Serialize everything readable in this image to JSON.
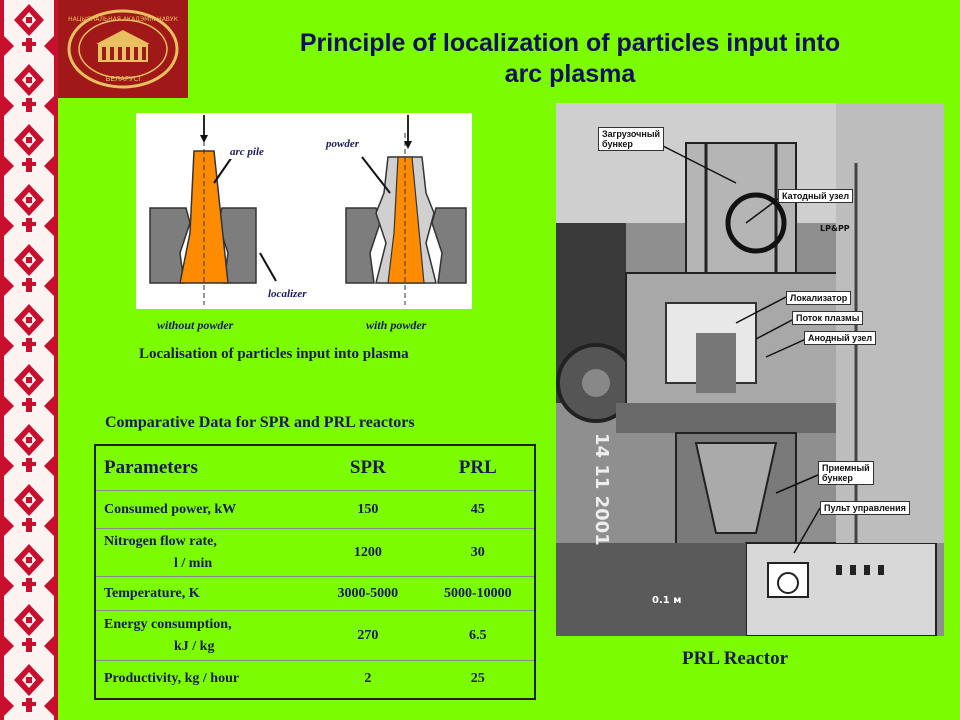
{
  "title": {
    "line1": "Principle of localization of particles input into",
    "line2": "arc  plasma"
  },
  "logo": {
    "text_top": "НАЦЫЯНАЛЬНАЯ АКАДЭМІЯ НАВУК",
    "text_bottom": "БЕЛАРУСІ"
  },
  "diagram": {
    "label_arc_pile": "arc pile",
    "label_powder": "powder",
    "label_localizer": "localizer",
    "caption_left": "without powder",
    "caption_right": "with powder",
    "caption": "Localisation of particles input into plasma",
    "colors": {
      "pile": "#ff8c00",
      "localizer": "#7d7d7d",
      "powder": "#c8c8c8"
    }
  },
  "table": {
    "title": "Comparative Data for SPR and PRL reactors",
    "headers": [
      "Parameters",
      "SPR",
      "PRL"
    ],
    "rows": [
      {
        "param": "Consumed power, kW",
        "spr": "150",
        "prl": "45"
      },
      {
        "param": "Nitrogen flow rate,",
        "param2": "l / min",
        "spr": "1200",
        "prl": "30"
      },
      {
        "param": "Temperature, K",
        "spr": "3000-5000",
        "prl": "5000-10000"
      },
      {
        "param": "Energy consumption,",
        "param2": "kJ / kg",
        "spr": "270",
        "prl": "6.5"
      },
      {
        "param": "Productivity, kg / hour",
        "spr": "2",
        "prl": "25"
      }
    ]
  },
  "photo": {
    "caption": "PRL Reactor",
    "labels": {
      "hopper": "Загрузочный",
      "hopper2": "бункер",
      "cathode": "Катодный узел",
      "localizer": "Локализатор",
      "plasma_flow": "Поток плазмы",
      "anode": "Анодный узел",
      "receiver": "Приемный",
      "receiver2": "бункер",
      "control": "Пульт управления",
      "date": "14 11 2001",
      "scale": "0.1 м",
      "tag": "LP&PP"
    }
  },
  "colors": {
    "background": "#7cfc00",
    "ornament": "#c8102e",
    "text": "#1a1a5a",
    "logo_bg": "#a01818"
  }
}
